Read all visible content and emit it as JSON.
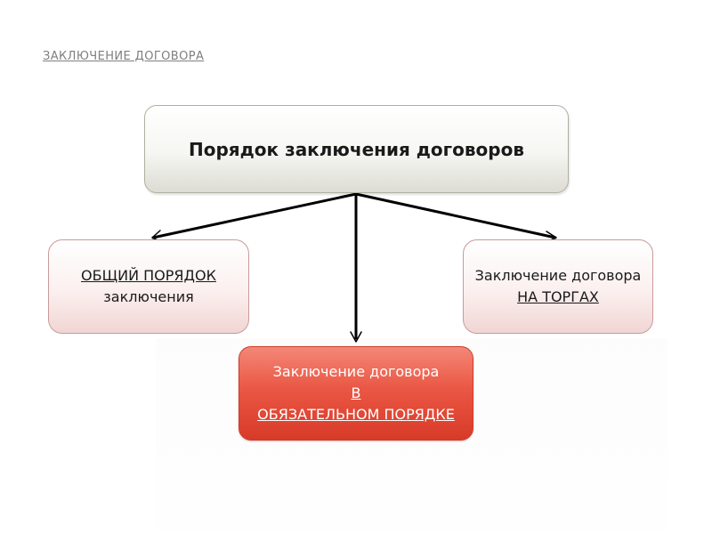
{
  "header": {
    "title": "ЗАКЛЮЧЕНИЕ ДОГОВОРА"
  },
  "diagram": {
    "main": {
      "label": "Порядок заключения договоров"
    },
    "left": {
      "line1": "ОБЩИЙ ПОРЯДОК ",
      "line2": "заключения"
    },
    "right": {
      "line1": "Заключение договора",
      "line2": "НА ТОРГАХ"
    },
    "bottom": {
      "line1": "Заключение договора",
      "line2": "В",
      "line3": "ОБЯЗАТЕЛЬНОМ ПОРЯДКЕ"
    }
  },
  "colors": {
    "accent_red": "#e44d3b",
    "arrow": "#000000",
    "header_gray": "#7f7f7f"
  }
}
